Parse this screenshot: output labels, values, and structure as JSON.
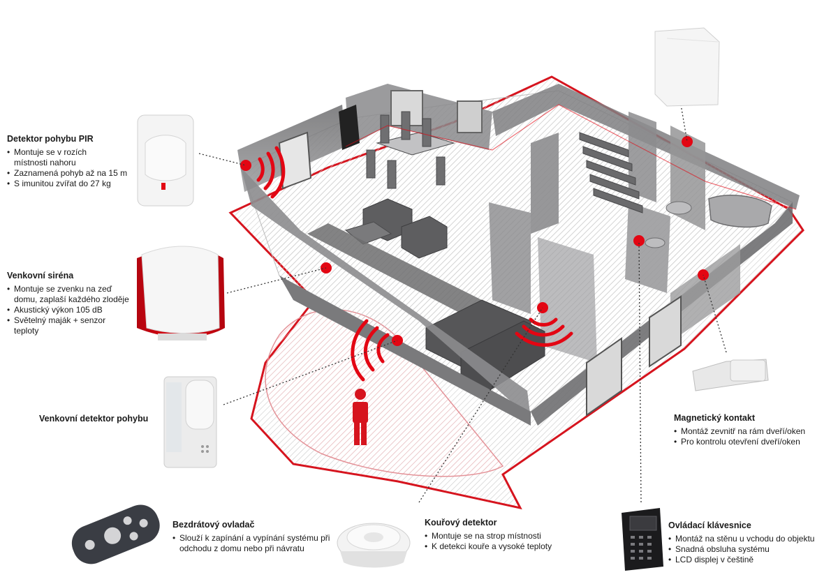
{
  "colors": {
    "accent": "#e30613",
    "floor_outline": "#d6141e",
    "wall": "#7c7c7e",
    "wall_light": "#a4a4a6",
    "furniture": "#5e5e60",
    "device_white": "#f1f1f1"
  },
  "devices": [
    {
      "id": "pir",
      "title": "Detektor pohybu PIR",
      "lines": [
        "Montuje se v rozích",
        "místnosti nahoru",
        "Zaznamená pohyb až na 15 m",
        "S imunitou zvířat do 27 kg"
      ],
      "bullets": [
        true,
        false,
        true,
        true
      ]
    },
    {
      "id": "siren",
      "title": "Venkovní siréna",
      "lines": [
        "Montuje se zvenku na zeď",
        "domu, zaplaší každého zloděje",
        "Akustický výkon 105 dB",
        "Světelný maják + senzor",
        "teploty"
      ],
      "bullets": [
        true,
        false,
        true,
        true,
        false
      ]
    },
    {
      "id": "outdoor",
      "title": "Venkovní detektor pohybu",
      "lines": [],
      "bullets": []
    },
    {
      "id": "remote",
      "title": "Bezdrátový ovladač",
      "lines": [
        "Slouží k zapínání a vypínání systému při",
        "odchodu z domu nebo při návratu"
      ],
      "bullets": [
        true,
        false
      ]
    },
    {
      "id": "smoke",
      "title": "Kouřový detektor",
      "lines": [
        "Montuje se na strop místnosti",
        "K detekci kouře a vysoké teploty"
      ],
      "bullets": [
        true,
        true
      ]
    },
    {
      "id": "magnet",
      "title": "Magnetický kontakt",
      "lines": [
        "Montáž zevnitř na rám dveří/oken",
        "Pro kontrolu otevření dveří/oken"
      ],
      "bullets": [
        true,
        true
      ]
    },
    {
      "id": "keypad",
      "title": "Ovládací klávesnice",
      "lines": [
        "Montáž na stěnu u vchodu do objektu",
        "Snadná obsluha systému",
        "LCD displej v češtině"
      ],
      "bullets": [
        true,
        true,
        true
      ]
    }
  ]
}
